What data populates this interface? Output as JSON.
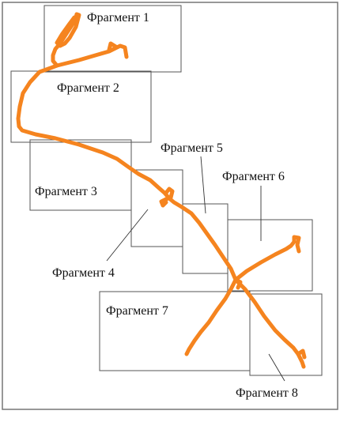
{
  "fragments": {
    "f1": "Фрагмент 1",
    "f2": "Фрагмент 2",
    "f3": "Фрагмент 3",
    "f4": "Фрагмент 4",
    "f5": "Фрагмент 5",
    "f6": "Фрагмент 6",
    "f7": "Фрагмент 7",
    "f8": "Фрагмент 8"
  },
  "colors": {
    "track": "#F5841F",
    "frame": "#555555",
    "border": "#777777"
  }
}
